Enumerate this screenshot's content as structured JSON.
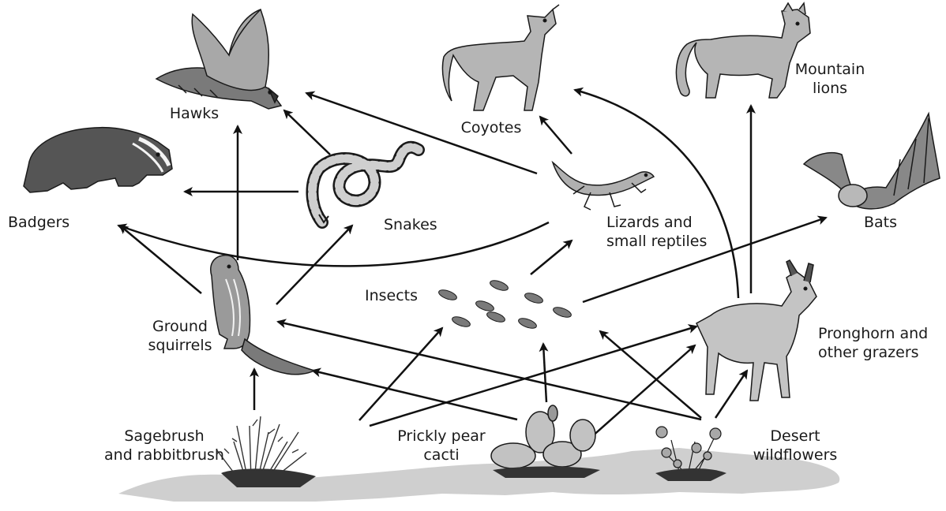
{
  "organisms": {
    "hawks": "Hawks",
    "coyotes": "Coyotes",
    "mountain_lions_1": "Mountain",
    "mountain_lions_2": "lions",
    "badgers": "Badgers",
    "snakes": "Snakes",
    "lizards_1": "Lizards and",
    "lizards_2": "small reptiles",
    "bats": "Bats",
    "insects": "Insects",
    "ground_squirrels_1": "Ground",
    "ground_squirrels_2": "squirrels",
    "pronghorn_1": "Pronghorn and",
    "pronghorn_2": "other grazers",
    "sagebrush_1": "Sagebrush",
    "sagebrush_2": "and rabbitbrush",
    "prickly_pear_1": "Prickly pear",
    "prickly_pear_2": "cacti",
    "wildflowers_1": "Desert",
    "wildflowers_2": "wildflowers"
  },
  "colors": {
    "arrow": "#111111",
    "ground": "#d0d0d0",
    "animal_dark": "#5a5a5a",
    "animal_mid": "#8c8c8c",
    "animal_light": "#bdbdbd",
    "outline": "#1a1a1a"
  }
}
